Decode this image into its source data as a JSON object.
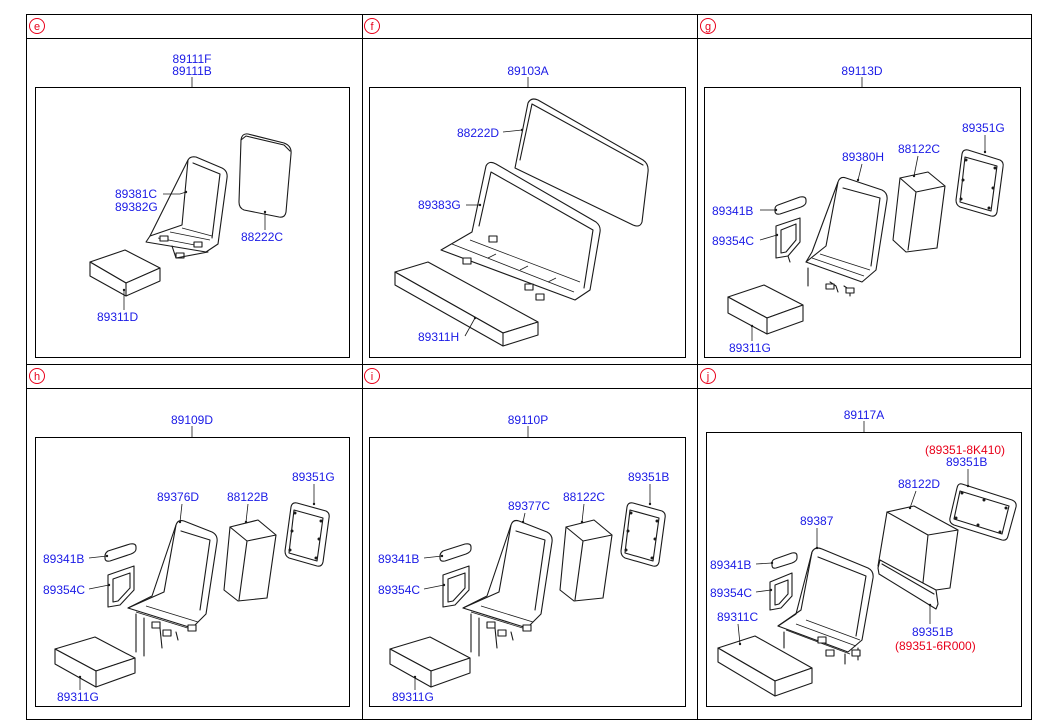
{
  "panels": [
    {
      "id": "e",
      "title": "89111F\n89111B",
      "title_lines": [
        "89111F",
        "89111B"
      ],
      "parts": [
        "89381C",
        "89382G",
        "88222C",
        "89311D"
      ]
    },
    {
      "id": "f",
      "title_lines": [
        "89103A"
      ],
      "parts": [
        "88222D",
        "89383G",
        "89311H"
      ]
    },
    {
      "id": "g",
      "title_lines": [
        "89113D"
      ],
      "parts": [
        "89380H",
        "88122C",
        "89351G",
        "89341B",
        "89354C",
        "89311G"
      ]
    },
    {
      "id": "h",
      "title_lines": [
        "89109D"
      ],
      "parts": [
        "89376D",
        "88122B",
        "89351G",
        "89341B",
        "89354C",
        "89311G"
      ]
    },
    {
      "id": "i",
      "title_lines": [
        "89110P"
      ],
      "parts": [
        "89377C",
        "88122C",
        "89351B",
        "89341B",
        "89354C",
        "89311G"
      ]
    },
    {
      "id": "j",
      "title_lines": [
        "89117A"
      ],
      "parts": [
        "89387",
        "88122D",
        "89351B",
        "89341B",
        "89354C",
        "89311C",
        "89351B"
      ],
      "notes": [
        "(89351-8K410)",
        "(89351-6R000)"
      ]
    }
  ],
  "colors": {
    "label": "#1a1ae6",
    "panel_id": "#e8001a",
    "note": "#e8001a",
    "line": "#1a1a1a"
  }
}
